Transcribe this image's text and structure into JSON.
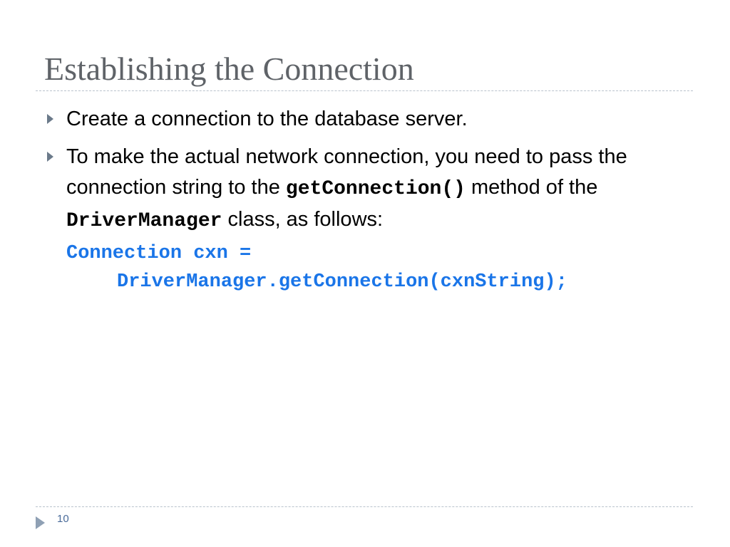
{
  "slide": {
    "title": "Establishing the Connection",
    "bullets": [
      {
        "text": "Create a connection to the database server."
      },
      {
        "text_before_code1": "To make the actual network connection, you need to pass the connection string to the ",
        "code1": "getConnection()",
        "text_between": " method of the ",
        "code2": "DriverManager",
        "text_after": " class, as follows:"
      }
    ],
    "code_block": {
      "line1": "Connection cxn =",
      "line2": "DriverManager.getConnection(cxnString);"
    },
    "page_number": "10"
  },
  "colors": {
    "title": "#5f6368",
    "code": "#1a75e8",
    "bullet_arrow": "#6b7a8a",
    "footer_arrow": "#8fa0b4",
    "rule": "#b9c2cc"
  },
  "icons": {
    "bullet": "triangle-right-icon",
    "footer": "triangle-right-icon"
  }
}
